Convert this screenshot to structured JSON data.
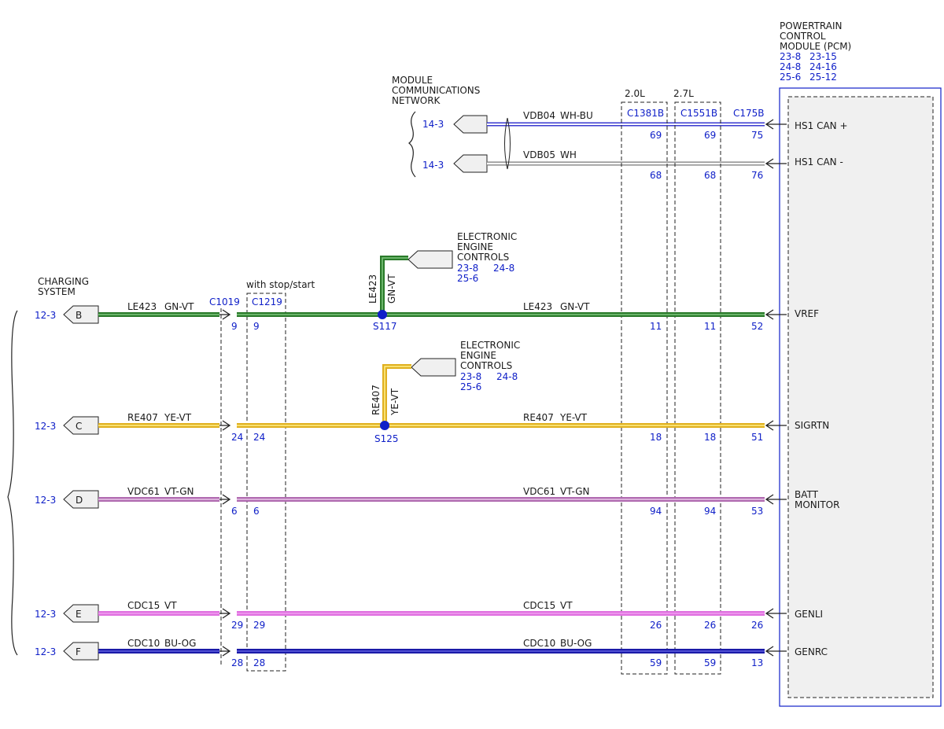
{
  "pcm": {
    "title": [
      "POWERTRAIN",
      "CONTROL",
      "MODULE (PCM)"
    ],
    "refs": [
      "23-8",
      "23-15",
      "24-8",
      "24-16",
      "25-6",
      "25-12"
    ],
    "pins": {
      "hs1_can_plus": "HS1 CAN +",
      "hs1_can_minus": "HS1 CAN -",
      "vref": "VREF",
      "sigrtn": "SIGRTN",
      "batt_monitor": [
        "BATT",
        "MONITOR"
      ],
      "genli": "GENLI",
      "genrc": "GENRC"
    }
  },
  "mcn": {
    "title": [
      "MODULE",
      "COMMUNICATIONS",
      "NETWORK"
    ],
    "ref1": "14-3",
    "ref2": "14-3",
    "can_plus_circuit": "VDB04",
    "can_plus_color": "WH-BU",
    "can_minus_circuit": "VDB05",
    "can_minus_color": "WH"
  },
  "engine_variants": {
    "v20": "2.0L",
    "v27": "2.7L"
  },
  "connectors": {
    "c1381b": "C1381B",
    "c1551b": "C1551B",
    "c175b": "C175B",
    "c1019": "C1019",
    "c1219": "C1219",
    "stop_start_note": "with stop/start"
  },
  "can_pins": {
    "plus": [
      "69",
      "69",
      "75"
    ],
    "minus": [
      "68",
      "68",
      "76"
    ]
  },
  "charging": {
    "title": [
      "CHARGING",
      "SYSTEM"
    ]
  },
  "eec1": {
    "title": [
      "ELECTRONIC",
      "ENGINE",
      "CONTROLS"
    ],
    "refs": [
      "23-8",
      "24-8",
      "25-6"
    ],
    "circuit": "LE423",
    "color": "GN-VT",
    "splice": "S117"
  },
  "eec2": {
    "title": [
      "ELECTRONIC",
      "ENGINE",
      "CONTROLS"
    ],
    "refs": [
      "23-8",
      "24-8",
      "25-6"
    ],
    "circuit": "RE407",
    "color": "YE-VT",
    "splice": "S125"
  },
  "wires": [
    {
      "ref": "12-3",
      "tag": "B",
      "circuit": "LE423",
      "color_code": "GN-VT",
      "right_circuit": "LE423",
      "right_color_code": "GN-VT",
      "pins": [
        "9",
        "9",
        "11",
        "11",
        "52"
      ],
      "fill": "#2a7a2a",
      "stroke_center": "#7fc77f"
    },
    {
      "ref": "12-3",
      "tag": "C",
      "circuit": "RE407",
      "color_code": "YE-VT",
      "right_circuit": "RE407",
      "right_color_code": "YE-VT",
      "pins": [
        "24",
        "24",
        "18",
        "18",
        "51"
      ],
      "fill": "#e0b020",
      "stroke_center": "#fff08a"
    },
    {
      "ref": "12-3",
      "tag": "D",
      "circuit": "VDC61",
      "color_code": "VT-GN",
      "right_circuit": "VDC61",
      "right_color_code": "VT-GN",
      "pins": [
        "6",
        "6",
        "94",
        "94",
        "53"
      ],
      "fill": "#b06ab0",
      "stroke_center": "#e8c8e8"
    },
    {
      "ref": "12-3",
      "tag": "E",
      "circuit": "CDC15",
      "color_code": "VT",
      "right_circuit": "CDC15",
      "right_color_code": "VT",
      "pins": [
        "29",
        "29",
        "26",
        "26",
        "26"
      ],
      "fill": "#e070e0",
      "stroke_center": "#f0a0f0"
    },
    {
      "ref": "12-3",
      "tag": "F",
      "circuit": "CDC10",
      "color_code": "BU-OG",
      "right_circuit": "CDC10",
      "right_color_code": "BU-OG",
      "pins": [
        "28",
        "28",
        "59",
        "59",
        "13"
      ],
      "fill": "#1a1aa8",
      "stroke_center": "#6060e0"
    }
  ]
}
